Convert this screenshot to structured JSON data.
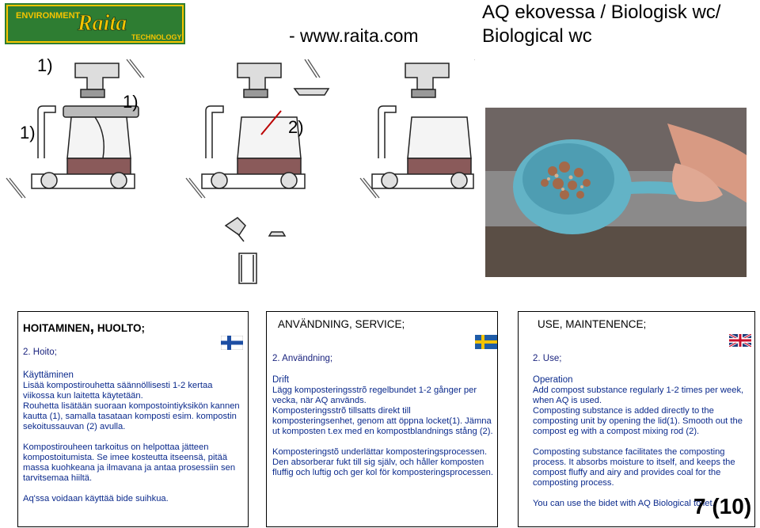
{
  "header": {
    "logo_top": "ENVIRONMENT",
    "logo_brand": "Raita",
    "logo_bottom": "TECHNOLOGY",
    "url": "- www.raita.com",
    "title_line1": "AQ ekovessa / Biologisk wc/",
    "title_line2": "Biological wc"
  },
  "figure_labels": {
    "label_1a": "1)",
    "label_1b": "1)",
    "label_1c": "1)",
    "label_2": "2)"
  },
  "columns": {
    "fi": {
      "heading": "HOITAMINEN, HUOLTO;",
      "heading_part1": "HOITAMINEN",
      "heading_comma": ",",
      "heading_part2": " HUOLTO;",
      "section": "2.    Hoito;",
      "operation": "Käyttäminen",
      "para1": "Lisää kompostirouhetta säännöllisesti 1-2 kertaa viikossa kun laitetta käytetään.",
      "para2": "Rouhetta lisätään suoraan kompostointiyksikön kannen kautta (1), samalla tasataan komposti esim. kompostin sekoitussauvan (2) avulla.",
      "para3": "Kompostirouheen tarkoitus on helpottaa jätteen kompostoitumista. Se imee kosteutta itseensä, pitää massa kuohkeana ja ilmavana ja antaa prosessiin sen tarvitsemaa  hiiltä.",
      "para4": "Aq'ssa voidaan käyttää bide suihkua."
    },
    "sv": {
      "heading": "ANVÄNDNING, SERVICE;",
      "section": "2. Användning;",
      "operation": "Drift",
      "para1": "Lägg komposteringsstrõ  regelbundet 1-2 gånger per vecka, när AQ används.",
      "para2": "Komposteringsstrõ tillsatts direkt till komposteringsenhet, genom att öppna locket(1). Jämna ut komposten t.ex med en kompostblandnings stång (2).",
      "para3": "Komposteringstõ underlättar komposteringsprocessen. Den absorberar fukt till sig själv, och håller komposten fluffig och luftig och ger kol för komposteringsprocessen."
    },
    "en": {
      "heading": "USE,  MAINTENENCE;",
      "section": "2. Use;",
      "operation": "Operation",
      "para1": "Add compost substance regularly 1-2 times per week, when AQ is used.",
      "para2": "Composting substance is added directly to the composting unit by opening the lid(1). Smooth out the compost eg with a compost mixing rod (2).",
      "para3": "Composting substance facilitates the composting process. It absorbs moisture to itself, and keeps the compost fluffy and airy and provides coal for the composting process.",
      "para4": "You can use the bidet with AQ Biological toilet."
    }
  },
  "page_number": "7 (10)",
  "colors": {
    "logo_green": "#2e7d32",
    "logo_yellow": "#f5c400",
    "text_blue": "#0b2a8c",
    "fi_blue": "#1d4ea3",
    "sv_blue": "#1f5ca6",
    "sv_yellow": "#f2c200"
  }
}
